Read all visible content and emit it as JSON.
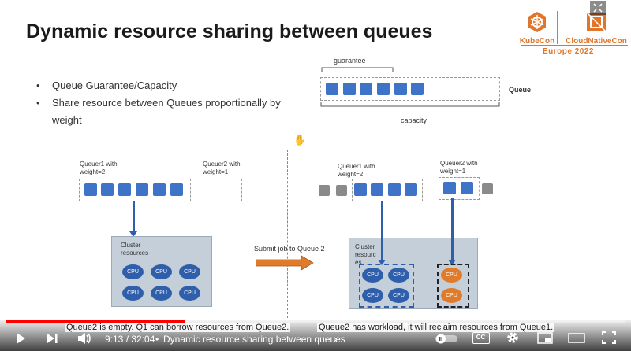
{
  "slide": {
    "title": "Dynamic resource sharing between queues",
    "bullets": [
      "Queue Guarantee/Capacity",
      "Share resource between Queues proportionally by weight"
    ],
    "logo": {
      "kubecon": "KubeCon",
      "cloudnativecon": "CloudNativeCon",
      "event": "Europe 2022"
    },
    "queue_diagram": {
      "guarantee_label": "guarantee",
      "capacity_label": "capacity",
      "queue_label": "Queue",
      "ellipsis": "......"
    },
    "left_panel": {
      "queue1_label": "Queuer1 with\nweight=2",
      "queue2_label": "Queuer2 with\nweight=1",
      "cluster_label": "Cluster\nresources",
      "cpu_label": "CPU"
    },
    "submit_label": "Submit job to Queue 2",
    "right_panel": {
      "queue1_label": "Queuer1 with\nweight=2",
      "queue2_label": "Queuer2 with\nweight=1",
      "cluster_label": "Cluster\nresourc\nes",
      "cpu_label": "CPU"
    }
  },
  "captions": {
    "left": "Queue2 is empty. Q1 can borrow resources from Queue2.",
    "right": "Queue2 has workload, it will reclaim resources from Queue1."
  },
  "player": {
    "time_current": "9:13",
    "time_total": "32:04",
    "separator": " / ",
    "chapter_bullet": "•",
    "chapter_title": "Dynamic resource sharing between queues",
    "chapter_chevron": "›",
    "cc_label": "CC",
    "progress_fraction": 0.288,
    "colors": {
      "progress": "#ff0000",
      "queue_blue": "#3f73c8",
      "cpu_orange": "#e07b2a",
      "brand": "#e0762c"
    }
  }
}
